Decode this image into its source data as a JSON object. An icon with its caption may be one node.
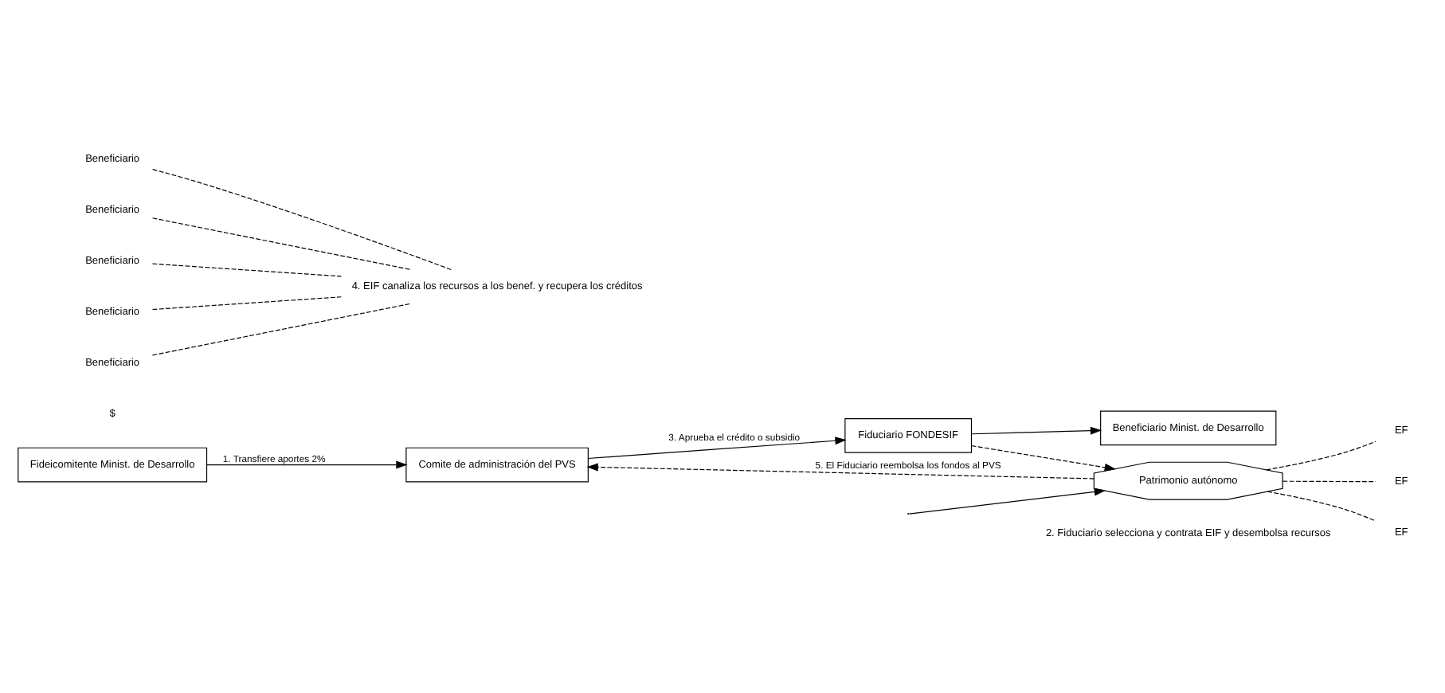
{
  "diagram": {
    "nodes": [
      {
        "text": [
          "Fideicomitente Minist. de Desarrollo"
        ]
      },
      {
        "text": [
          "Comite de administración del PVS"
        ]
      },
      {
        "text": [
          "Fiduciario FONDESIF"
        ]
      },
      {
        "text": [
          "Beneficiario Minist. de Desarrollo"
        ]
      },
      {
        "text": [
          "Patrimonio autónomo"
        ]
      },
      {
        "text": [
          "EF"
        ]
      },
      {
        "text": [
          "EF"
        ]
      },
      {
        "text": [
          "EF"
        ]
      },
      {
        "text": [
          "Beneficiario"
        ]
      },
      {
        "text": [
          "Beneficiario"
        ]
      },
      {
        "text": [
          "Beneficiario"
        ]
      },
      {
        "text": [
          "Beneficiario"
        ]
      },
      {
        "text": [
          "Beneficiario"
        ]
      },
      {
        "text": [
          "4. EIF canaliza los recursos a los benef. y recupera los créditos"
        ]
      }
    ],
    "edges": [
      {
        "from": 0,
        "to": 1,
        "arrow": "to",
        "label": "1. Transfiere aportes 2%"
      },
      {
        "from": 1,
        "to": 2,
        "arrow": "to",
        "label": "3. Aprueba el crédito o subsidio"
      },
      {
        "from": 2,
        "to": 3,
        "arrow": "to"
      },
      {
        "from": 2,
        "to": 4,
        "arrow": "to",
        "style": "dashed"
      },
      {
        "from": 4,
        "to": 1,
        "arrow": "to",
        "style": "dashed",
        "label": "5. El Fiduciario reembolsa los fondos al PVS"
      },
      {
        "from": null,
        "to": 4,
        "arrow": "to"
      },
      {
        "from": 4,
        "to": 5,
        "arrow": "none",
        "style": "dashed"
      },
      {
        "from": 4,
        "to": 6,
        "arrow": "none",
        "style": "dashed"
      },
      {
        "from": 4,
        "to": 7,
        "arrow": "none",
        "style": "dashed"
      },
      {
        "from": 8,
        "to": 13,
        "arrow": "none",
        "style": "dashed"
      },
      {
        "from": 9,
        "to": 13,
        "arrow": "none",
        "style": "dashed"
      },
      {
        "from": 10,
        "to": 13,
        "arrow": "none",
        "style": "dashed"
      },
      {
        "from": 11,
        "to": 13,
        "arrow": "none",
        "style": "dashed"
      },
      {
        "from": 12,
        "to": 13,
        "arrow": "none",
        "style": "dashed"
      }
    ],
    "labels": [
      "2. Fiduciario selecciona y contrata EIF y desembolsa recursos",
      "$"
    ]
  }
}
